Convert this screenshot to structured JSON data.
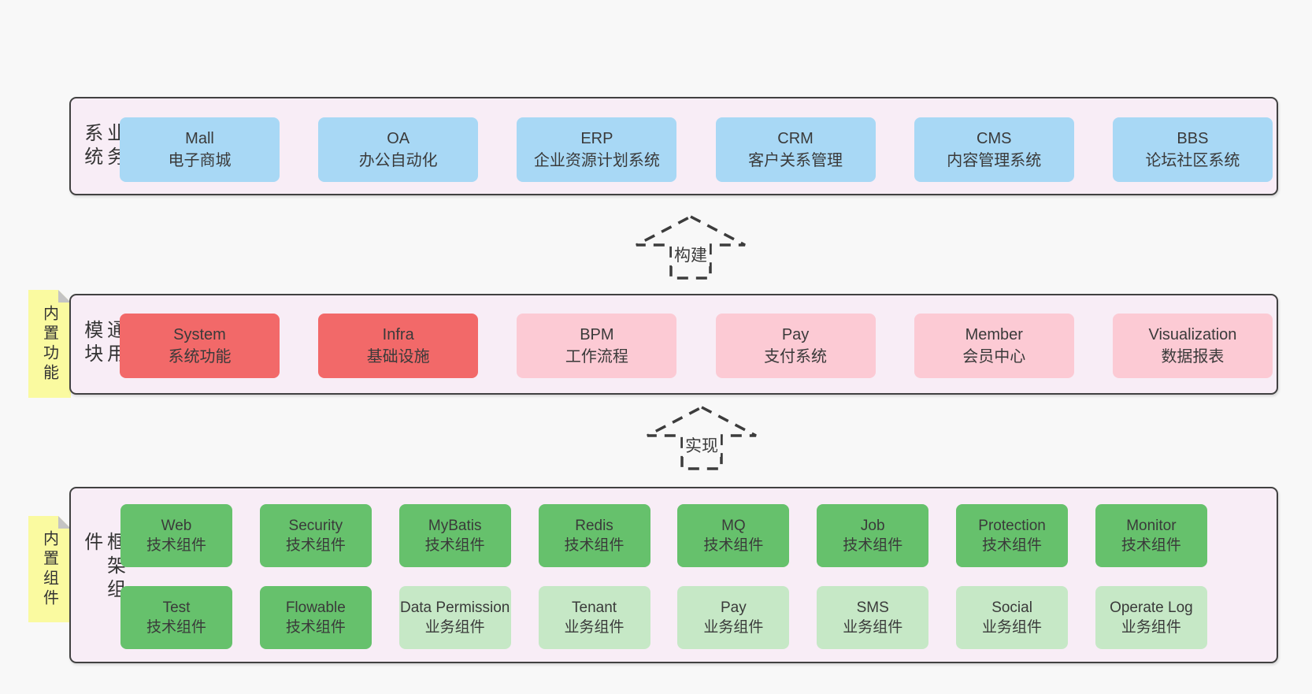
{
  "colors": {
    "page_bg": "#f8f8f8",
    "band_bg": "#f8edf6",
    "band_border": "#414141",
    "box_blue": "#a8d8f5",
    "box_red": "#f26969",
    "box_pink": "#fccad4",
    "box_green": "#66c16c",
    "box_green_light": "#c6e8c6",
    "sticky_yellow": "#fafaa0",
    "sticky_fold": "#c4c4c4",
    "arrow_stroke": "#3c3c3c",
    "text": "#3a3a3a"
  },
  "sections": {
    "business": {
      "label": "业务系统",
      "boxes": [
        {
          "en": "Mall",
          "zh": "电子商城"
        },
        {
          "en": "OA",
          "zh": "办公自动化"
        },
        {
          "en": "ERP",
          "zh": "企业资源计划系统"
        },
        {
          "en": "CRM",
          "zh": "客户关系管理"
        },
        {
          "en": "CMS",
          "zh": "内容管理系统"
        },
        {
          "en": "BBS",
          "zh": "论坛社区系统"
        }
      ]
    },
    "modules": {
      "label": "通用模块",
      "sticky": "内置功能",
      "boxes": [
        {
          "en": "System",
          "zh": "系统功能"
        },
        {
          "en": "Infra",
          "zh": "基础设施"
        },
        {
          "en": "BPM",
          "zh": "工作流程"
        },
        {
          "en": "Pay",
          "zh": "支付系统"
        },
        {
          "en": "Member",
          "zh": "会员中心"
        },
        {
          "en": "Visualization",
          "zh": "数据报表"
        }
      ]
    },
    "components": {
      "label": "框架组件",
      "sticky": "内置组件",
      "row1": [
        {
          "en": "Web",
          "zh": "技术组件"
        },
        {
          "en": "Security",
          "zh": "技术组件"
        },
        {
          "en": "MyBatis",
          "zh": "技术组件"
        },
        {
          "en": "Redis",
          "zh": "技术组件"
        },
        {
          "en": "MQ",
          "zh": "技术组件"
        },
        {
          "en": "Job",
          "zh": "技术组件"
        },
        {
          "en": "Protection",
          "zh": "技术组件"
        },
        {
          "en": "Monitor",
          "zh": "技术组件"
        }
      ],
      "row2": [
        {
          "en": "Test",
          "zh": "技术组件"
        },
        {
          "en": "Flowable",
          "zh": "技术组件"
        },
        {
          "en": "Data Permission",
          "zh": "业务组件"
        },
        {
          "en": "Tenant",
          "zh": "业务组件"
        },
        {
          "en": "Pay",
          "zh": "业务组件"
        },
        {
          "en": "SMS",
          "zh": "业务组件"
        },
        {
          "en": "Social",
          "zh": "业务组件"
        },
        {
          "en": "Operate Log",
          "zh": "业务组件"
        }
      ]
    }
  },
  "arrows": [
    {
      "label": "构建"
    },
    {
      "label": "实现"
    }
  ]
}
